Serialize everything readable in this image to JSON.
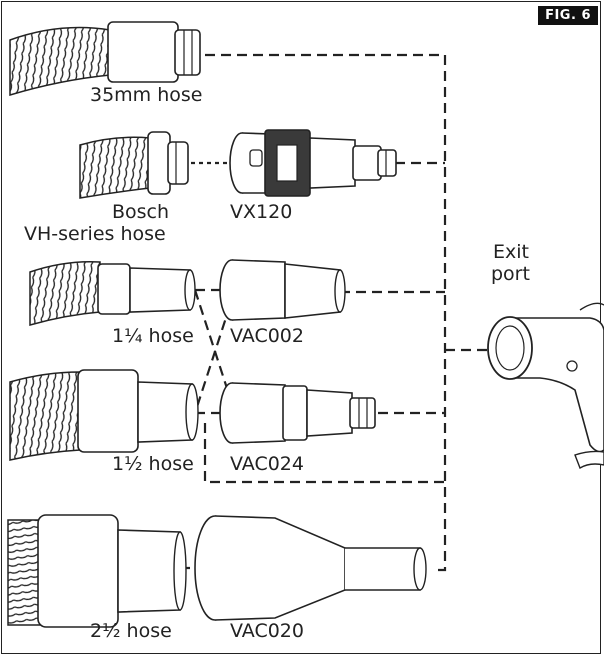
{
  "figure": {
    "badge": "FIG. 6"
  },
  "labels": {
    "hose_35mm": "35mm hose",
    "bosch_line1": "Bosch",
    "bosch_line2": "VH-series hose",
    "vx120": "VX120",
    "hose_1_25": "1¼ hose",
    "vac002": "VAC002",
    "hose_1_5": "1½ hose",
    "vac024": "VAC024",
    "hose_2_5": "2½ hose",
    "vac020": "VAC020",
    "exit_line1": "Exit",
    "exit_line2": "port"
  },
  "colors": {
    "ink": "#222222",
    "fill": "#ffffff",
    "badge_bg": "#111111",
    "shade": "#3a3a3a"
  }
}
